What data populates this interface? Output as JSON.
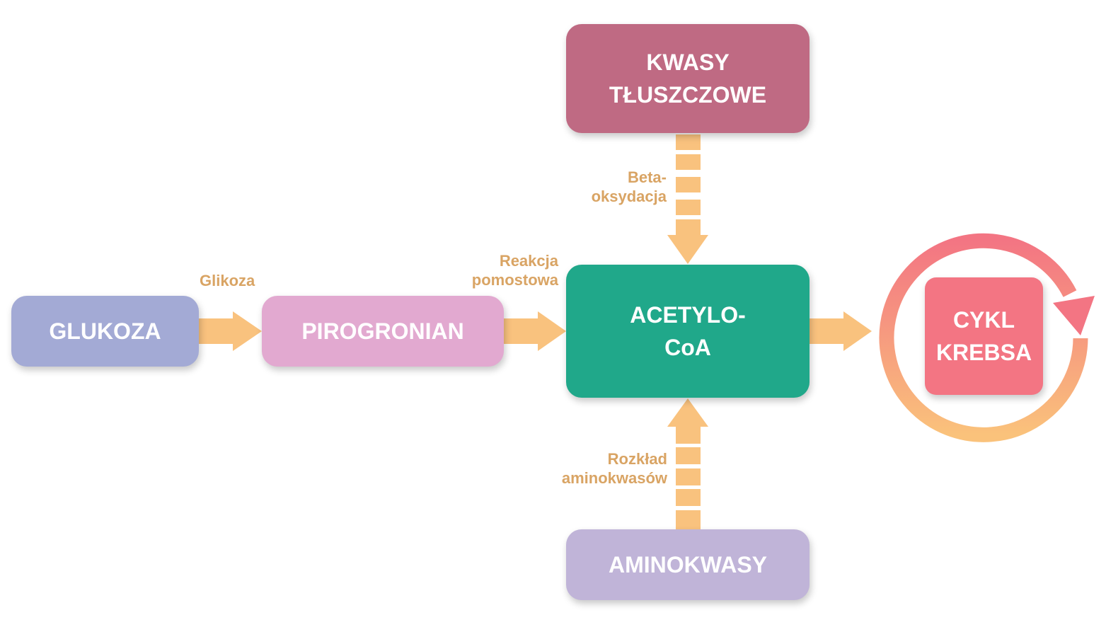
{
  "diagram": {
    "nodes": {
      "glukoza": "GLUKOZA",
      "pirogronian": "PIROGRONIAN",
      "acetylo": [
        "ACETYLO-",
        "CoA"
      ],
      "kwasy": [
        "KWASY",
        "TŁUSZCZOWE"
      ],
      "aminokwasy": "AMINOKWASY",
      "krebs": [
        "CYKL",
        "KREBSA"
      ]
    },
    "edges": {
      "glikoza": "Glikoza",
      "reakcja": [
        "Reakcja",
        "pomostowa"
      ],
      "beta": [
        "Beta-",
        "oksydacja"
      ],
      "rozklad": [
        "Rozkład",
        "aminokwasów"
      ]
    }
  },
  "colors": {
    "glukoza": "#A3AAD5",
    "pirogronian": "#E2A9D0",
    "acetylo": "#20A88A",
    "kwasy": "#BF6A83",
    "aminokwasy": "#C0B4D8",
    "krebs": "#F37583",
    "arrow": "#F9C27E",
    "edge_label": "#D9A464",
    "cycle_gradient": [
      "#F37583",
      "#FAC27B"
    ]
  }
}
